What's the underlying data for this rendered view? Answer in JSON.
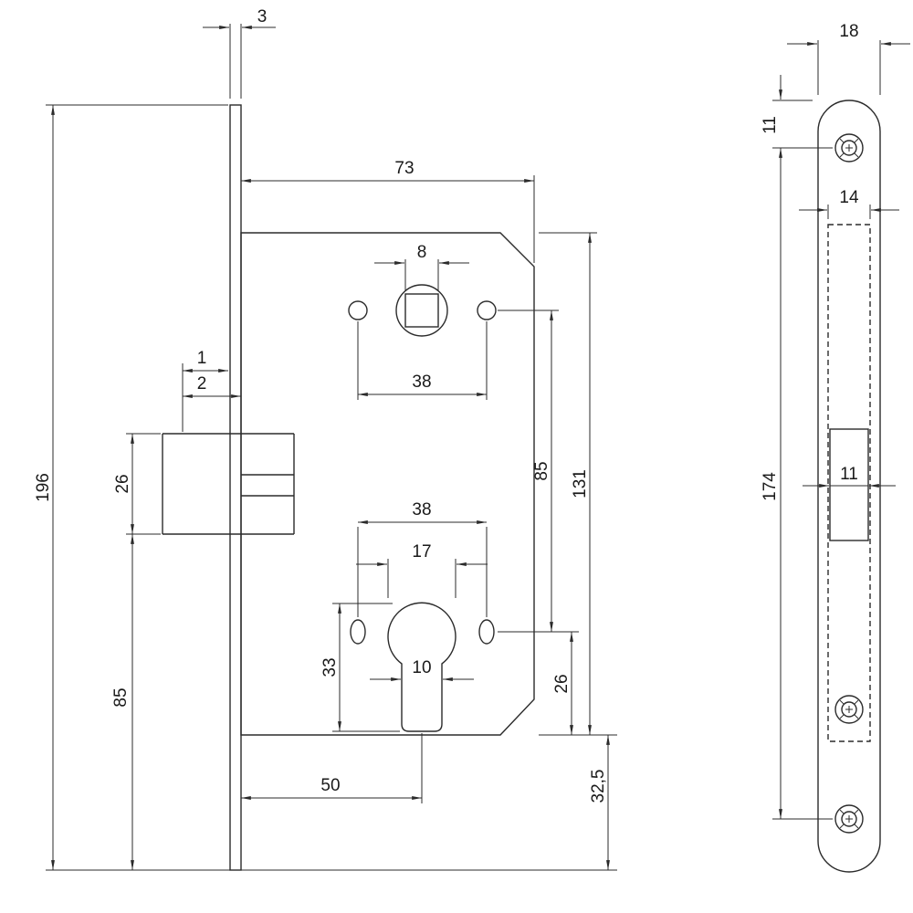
{
  "drawing": {
    "title": "Mortise lock dimensional drawing",
    "colors": {
      "line": "#2b2b2b",
      "text": "#1a1a1a",
      "background": "#ffffff"
    },
    "side_view": {
      "faceplate_thickness": "3",
      "body_width": "73",
      "spindle_square": "8",
      "upper_holes_spacing": "38",
      "detail_gap_1": "1",
      "detail_gap_2": "2",
      "overall_height": "196",
      "latch_height": "26",
      "lower_holes_spacing": "38",
      "cylinder_diameter": "17",
      "cylinder_length": "33",
      "cylinder_stem_width": "10",
      "backset": "50",
      "latch_to_bottom": "85",
      "centres_distance": "85",
      "body_height": "131",
      "cylinder_to_bottom": "26",
      "bottom_offset": "32,5"
    },
    "front_view": {
      "plate_width": "18",
      "top_screw_offset": "11",
      "cutout_width": "14",
      "latch_cutout_width": "11",
      "screw_centres_distance": "174"
    }
  }
}
